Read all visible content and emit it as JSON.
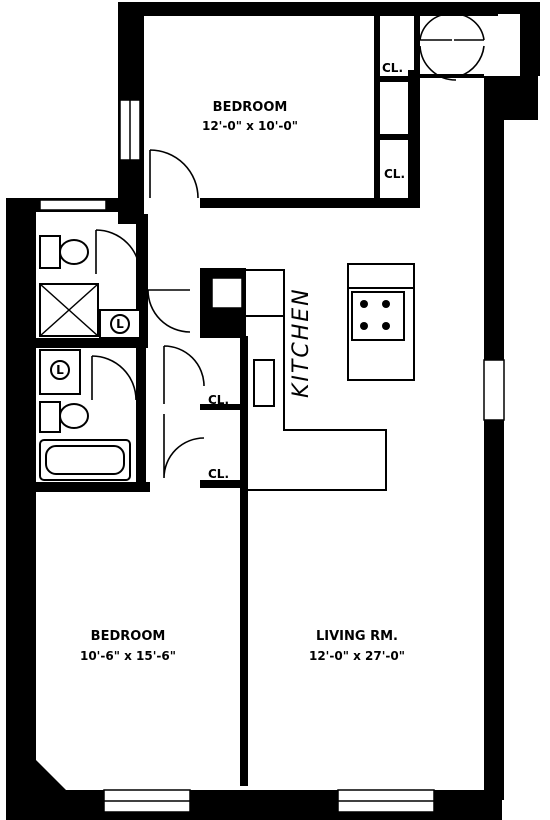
{
  "rooms": {
    "bedroom_top": {
      "name": "BEDROOM",
      "size": "12'-0\" x 10'-0\""
    },
    "bedroom_bottom": {
      "name": "BEDROOM",
      "size": "10'-6\" x 15'-6\""
    },
    "living": {
      "name": "LIVING RM.",
      "size": "12'-0\" x 27'-0\""
    },
    "kitchen": {
      "name": "KITCHEN"
    }
  },
  "closets": {
    "cl_1": "CL.",
    "cl_2": "CL.",
    "cl_3": "CL.",
    "cl_4": "CL."
  },
  "fixtures": {
    "lav_1": "L",
    "lav_2": "L"
  }
}
